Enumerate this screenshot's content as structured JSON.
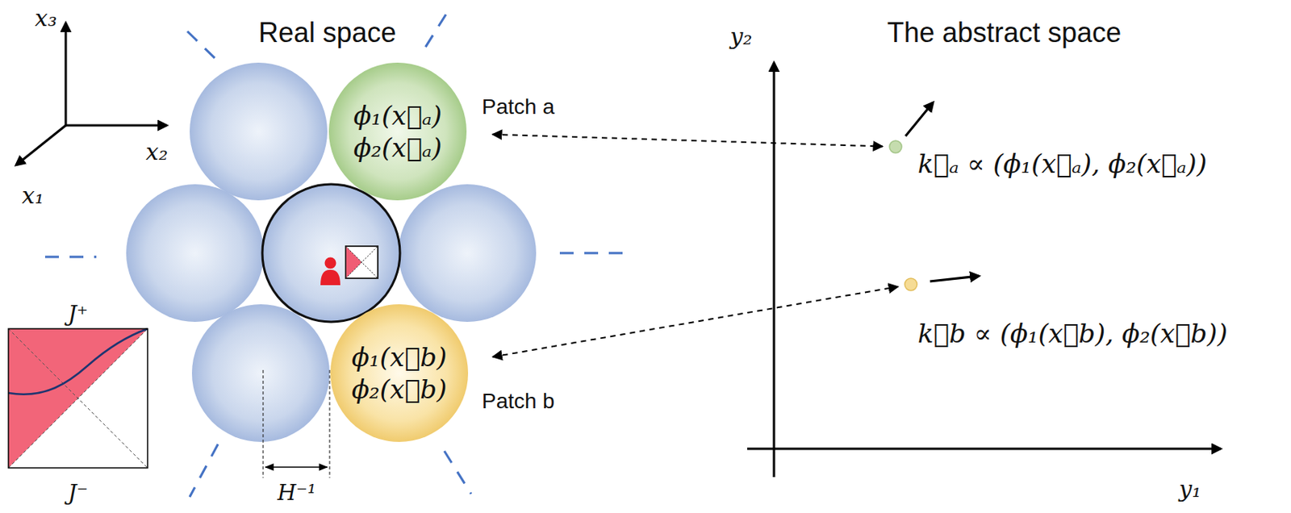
{
  "diagram": {
    "nodes": [
      {
        "text": [
          "ϕ₁(x⃗ₐ) ϕ₂(x⃗ₐ)",
          "Patch a"
        ]
      },
      {
        "text": [
          "k⃗ₐ ∝ (ϕ₁(x⃗ₐ), ϕ₂(x⃗ₐ))"
        ]
      },
      {
        "text": [
          "ϕ₁(x⃗b) ϕ₂(x⃗b)",
          "Patch b"
        ]
      },
      {
        "text": [
          "k⃗b ∝ (ϕ₁(x⃗b), ϕ₂(x⃗b))"
        ]
      }
    ],
    "edges": [
      {
        "from": 0,
        "to": 1,
        "arrow": "both"
      },
      {
        "from": 2,
        "to": 3,
        "arrow": "both"
      }
    ],
    "labels": [
      "Real space",
      "The abstract space",
      "x₃",
      "x₂",
      "x₁",
      "y₂",
      "y₁",
      "H⁻¹",
      "J⁺",
      "J⁻"
    ]
  }
}
